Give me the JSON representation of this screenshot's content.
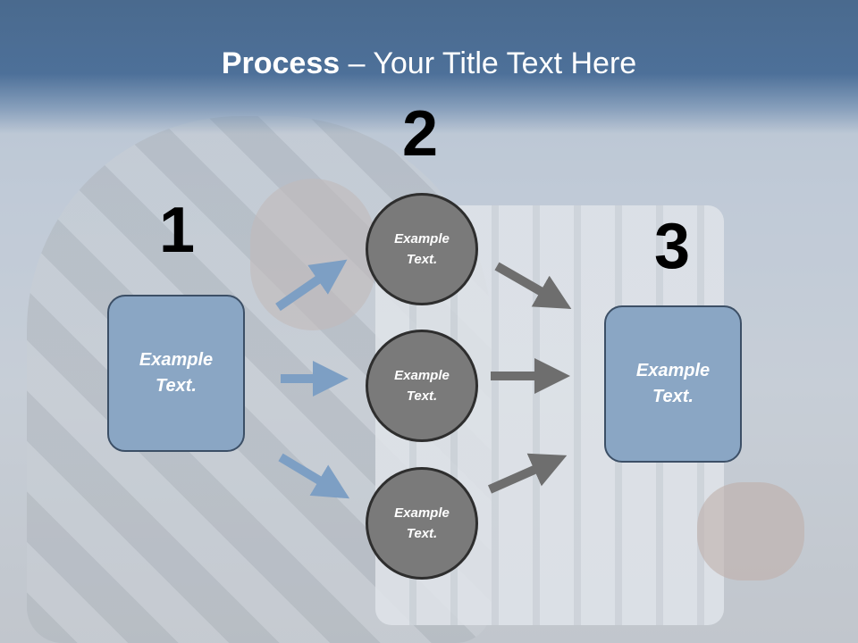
{
  "slide": {
    "title_bold": "Process",
    "title_rest": " – Your Title Text Here",
    "step_numbers": [
      "1",
      "2",
      "3"
    ],
    "left_box_text": "Example Text.",
    "circles": [
      "Example Text.",
      "Example Text.",
      "Example Text."
    ],
    "right_box_text": "Example Text."
  },
  "colors": {
    "header": "#4d7099",
    "box_fill": "#8aa6c4",
    "circle_fill": "#7a7a7a",
    "blue_arrow": "#7d9fc4",
    "gray_arrow": "#6e6e6e"
  }
}
